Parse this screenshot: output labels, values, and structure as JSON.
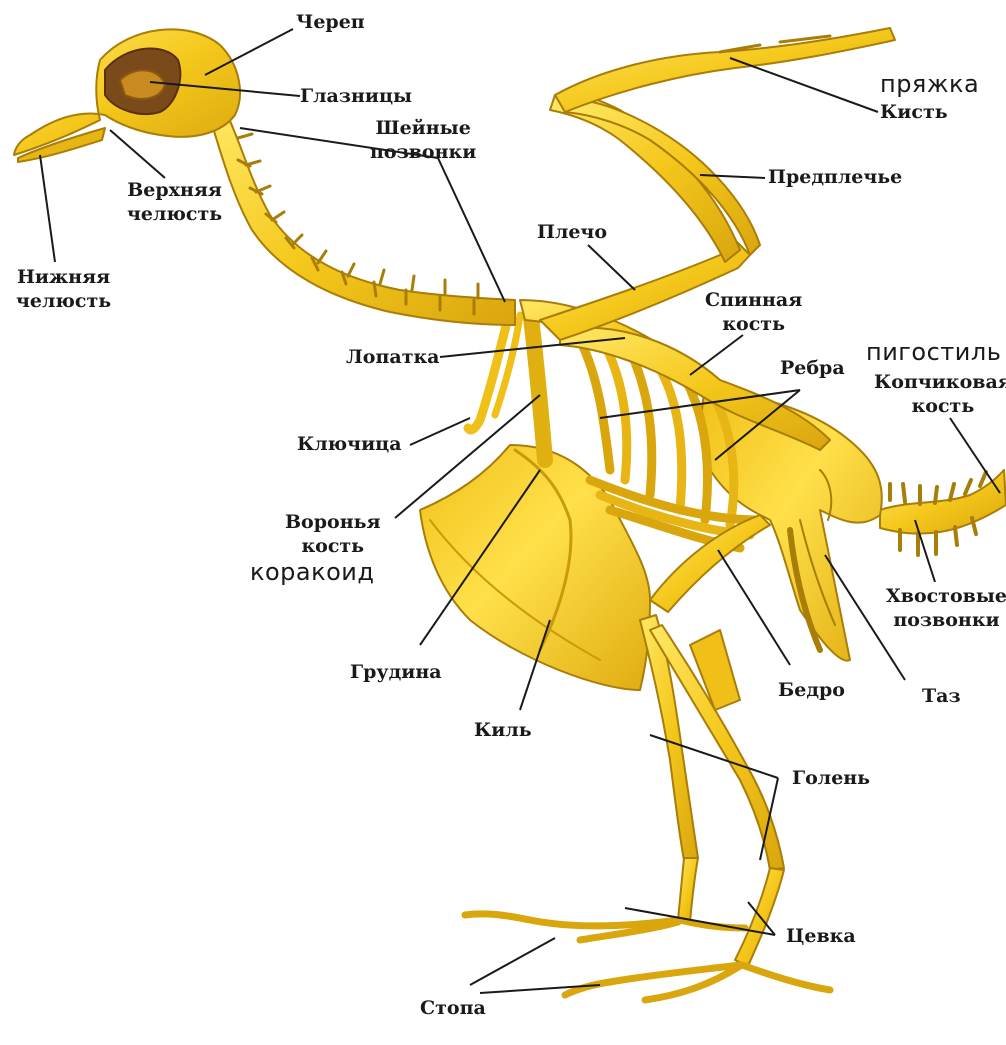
{
  "colors": {
    "bone": "#f2c318",
    "bone_light": "#ffe455",
    "bone_shadow": "#c99a0c",
    "bone_outline": "#a87d08",
    "leader": "#1a1a1a",
    "text": "#1a1a1a"
  },
  "labels": {
    "skull": "Череп",
    "orbits": "Глазницы",
    "cervical_1": "Шейные",
    "cervical_2": "позвонки",
    "upper_jaw_1": "Верхняя",
    "upper_jaw_2": "челюсть",
    "lower_jaw_1": "Нижняя",
    "lower_jaw_2": "челюсть",
    "hand_note": "пряжка",
    "hand": "Кисть",
    "forearm": "Предплечье",
    "humerus": "Плечо",
    "back_bone_1": "Спинная",
    "back_bone_2": "кость",
    "scapula": "Лопатка",
    "ribs": "Ребра",
    "pygostyle_note": "пигостиль",
    "coccyx_1": "Копчиковая",
    "coccyx_2": "кость",
    "clavicle": "Ключица",
    "coracoid_1": "Воронья",
    "coracoid_2": "кость",
    "coracoid_note": "коракоид",
    "tail_vertebrae_1": "Хвостовые",
    "tail_vertebrae_2": "позвонки",
    "sternum": "Грудина",
    "femur": "Бедро",
    "pelvis": "Таз",
    "keel": "Киль",
    "shin": "Голень",
    "tarsus": "Цевка",
    "foot": "Стопа"
  }
}
